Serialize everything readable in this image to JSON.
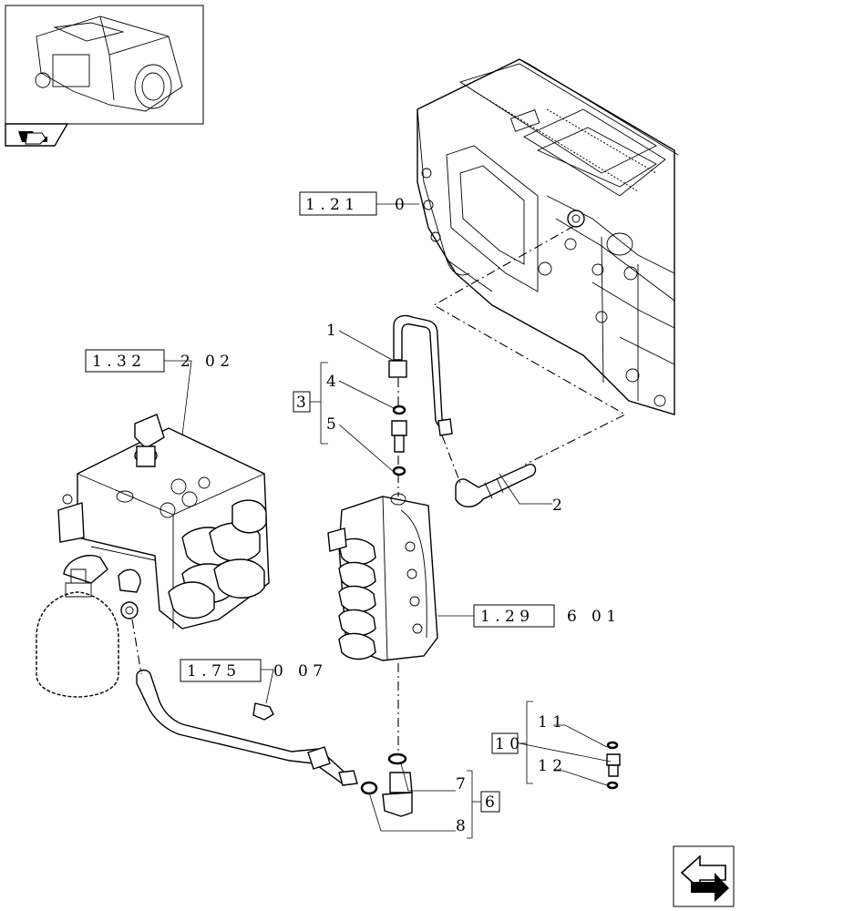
{
  "thumbnail": {
    "icon": "transmission-thumbnail-icon"
  },
  "nav": {
    "prev_icon": "previous-page-arrow-icon",
    "next_icon": "next-page-arrow-icon"
  },
  "references": {
    "r121": {
      "boxed": "1 . 2 1",
      "rest": "0"
    },
    "r132": {
      "boxed": "1 . 3 2",
      "rest": "2   0 2"
    },
    "r129": {
      "boxed": "1 . 2 9",
      "rest": "6   0 1"
    },
    "r175": {
      "boxed": "1 . 7 5",
      "rest": "0   0 7"
    }
  },
  "callouts": {
    "c1": "1",
    "c2": "2",
    "c3": "3",
    "c4": "4",
    "c5": "5",
    "c6": "6",
    "c7": "7",
    "c8": "8",
    "c10": "1 0",
    "c11": "1 1",
    "c12": "1 2"
  }
}
